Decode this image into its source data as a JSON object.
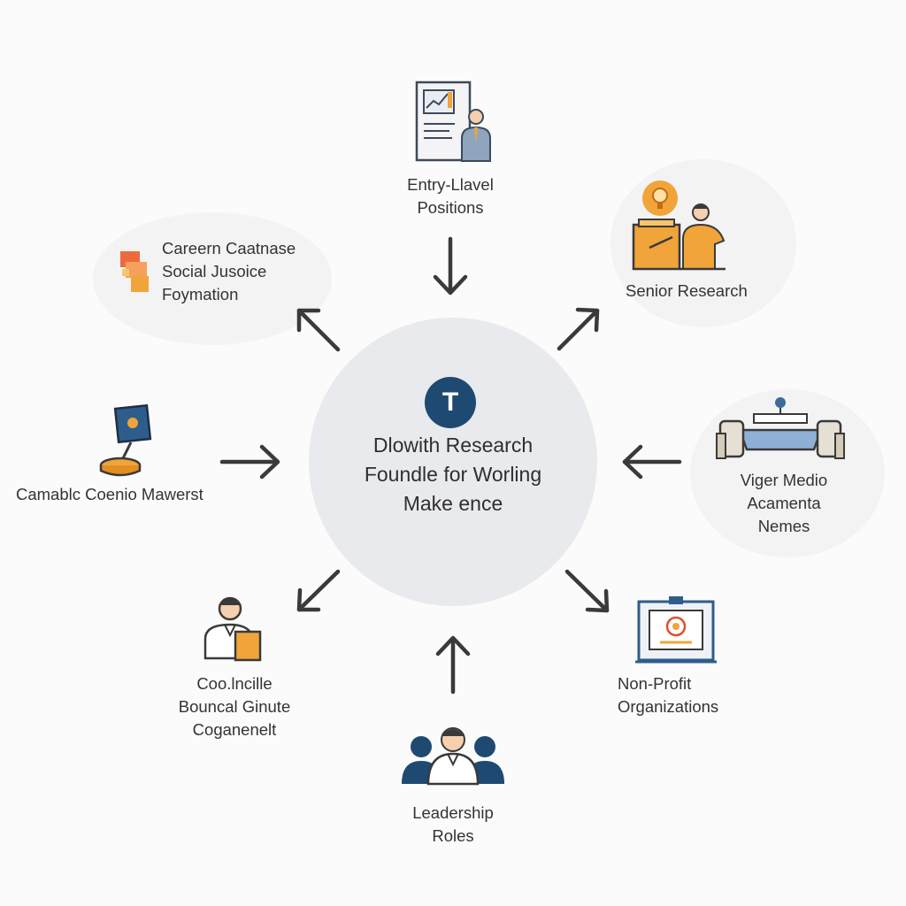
{
  "center": {
    "badge_letter": "T",
    "lines": [
      "Dlowith Research",
      "Foundle for Worling",
      "Make ence"
    ]
  },
  "nodes": {
    "entry": {
      "lines": [
        "Entry-Llavel",
        "Positions"
      ]
    },
    "senior": {
      "lines": [
        "Senior Research"
      ]
    },
    "viger": {
      "lines": [
        "Viger Medio",
        "Acamenta",
        "Nemes"
      ]
    },
    "nonprofit": {
      "lines": [
        "Non-Profit",
        "Organizations"
      ]
    },
    "leadership": {
      "lines": [
        "Leadership",
        "Roles"
      ]
    },
    "counsel": {
      "lines": [
        "Coo.lncille",
        "Bouncal Ginute",
        "Coganenelt"
      ]
    },
    "camablc": {
      "lines": [
        "Camablc Coenio Mawerst"
      ]
    },
    "careern": {
      "lines": [
        "Careern Caatnase",
        "Social Jusoice",
        "Foymation"
      ]
    }
  },
  "colors": {
    "accent": "#f0a43a",
    "navy": "#1e4a72",
    "arrow": "#3a3a3a",
    "center_bg": "#e9eaed"
  },
  "icons": {
    "entry": "document-person-icon",
    "senior": "researcher-lightbulb-icon",
    "viger": "conference-room-icon",
    "nonprofit": "clipboard-board-icon",
    "leadership": "team-group-icon",
    "counsel": "consultant-icon",
    "camablc": "monitor-coin-icon",
    "careern": "folders-icon"
  }
}
